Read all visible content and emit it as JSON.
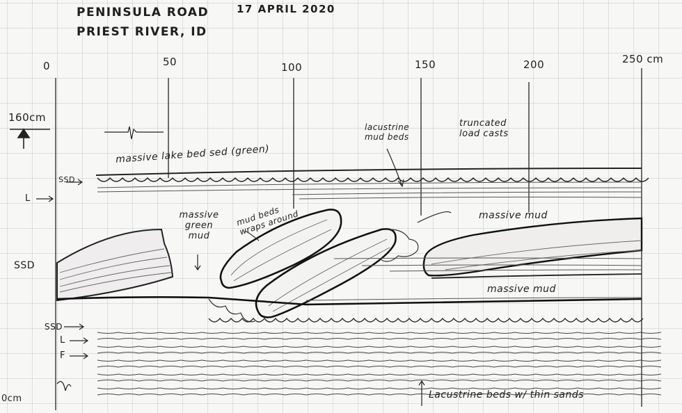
{
  "header": {
    "location_line1": "PENINSULA ROAD",
    "location_line2": "PRIEST RIVER, ID",
    "date": "17 APRIL 2020"
  },
  "scale": {
    "ticks": [
      "0",
      "50",
      "100",
      "150",
      "200",
      "250 cm"
    ],
    "vertical_label": "160cm",
    "bottom_label": "0cm"
  },
  "annotations": {
    "massive_lake_bed": "massive lake bed sed (green)",
    "lacustrine_mud_beds": "lacustrine mud beds",
    "truncated_load_casts": "truncated load casts",
    "massive_green_mud": "massive green mud",
    "mud_beds_wrap": "mud beds wraps around",
    "massive_mud_upper": "massive mud",
    "massive_mud_lower": "massive mud",
    "lacustrine_thin_sands": "Lacustrine beds w/ thin sands"
  },
  "left_labels": {
    "ssd_top": "SSD",
    "l_top": "L",
    "ssd_mid": "SSD",
    "ssd_low": "SSD",
    "l_low": "L",
    "f_low": "F"
  },
  "colors": {
    "ink": "#1f1f1f",
    "pencil": "#4a4a4a",
    "paper": "#f7f7f5",
    "grid": "#c9cdd2"
  }
}
